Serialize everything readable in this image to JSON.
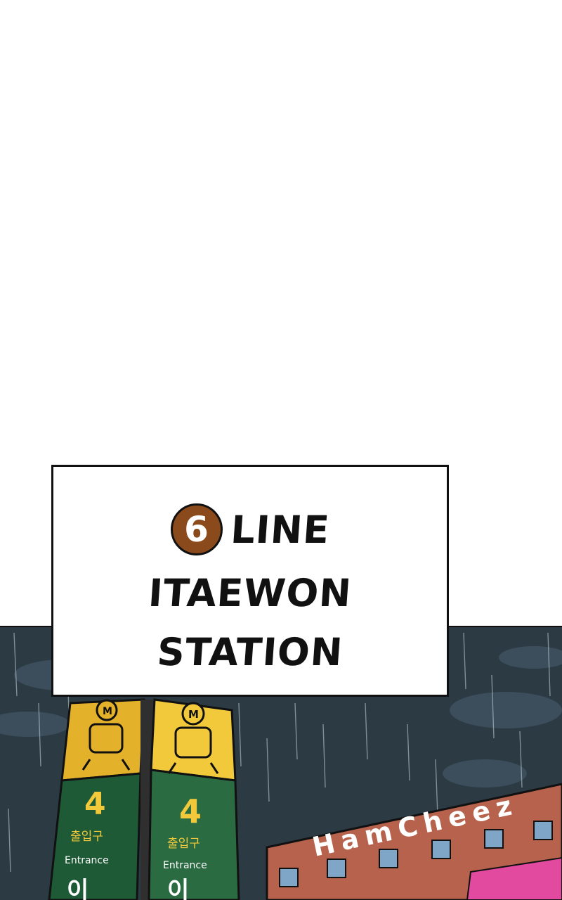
{
  "caption": {
    "line_badge": "6",
    "line_label": "LINE",
    "station_line1": "ITAEWON",
    "station_line2": "STATION"
  },
  "signs": {
    "left_number": "4",
    "left_korean": "출입구",
    "left_english": "Entrance",
    "left_bottom": "이",
    "right_number": "4",
    "right_korean": "출입구",
    "right_english": "Entrance",
    "right_bottom": "이",
    "metro_mark": "M"
  },
  "store": {
    "name": "HamCheez"
  },
  "colors": {
    "badge": "#8a4a1c",
    "sky": "#2b3a43",
    "pillar_green": "#1f5a37",
    "pillar_top": "#e3b22a",
    "store_wall": "#b7624c"
  }
}
